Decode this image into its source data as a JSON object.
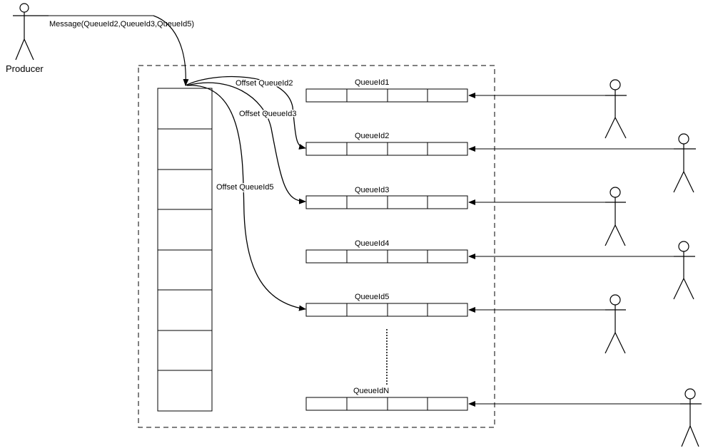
{
  "producer": {
    "label": "Producer"
  },
  "message": {
    "label": "Message(QueueId2,QueueId3,QueueId5)"
  },
  "offsets": [
    {
      "label": "Offset QueueId2"
    },
    {
      "label": "Offset QueueId3"
    },
    {
      "label": "Offset QueueId5"
    }
  ],
  "queues": [
    {
      "label": "QueueId1"
    },
    {
      "label": "QueueId2"
    },
    {
      "label": "QueueId3"
    },
    {
      "label": "QueueId4"
    },
    {
      "label": "QueueId5"
    },
    {
      "label": "QueueIdN"
    }
  ]
}
